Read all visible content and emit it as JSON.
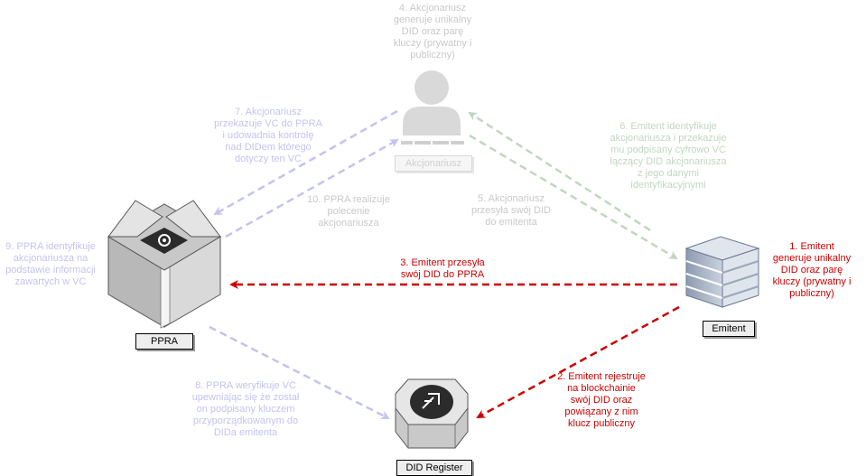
{
  "nodes": {
    "actor": {
      "label": "Akcjonariusz"
    },
    "ppra": {
      "label": "PPRA"
    },
    "issuer": {
      "label": "Emitent"
    },
    "registry": {
      "label": "DID Register"
    }
  },
  "steps": {
    "s1": "1. Emitent\ngeneruje unikalny\nDID oraz parę\nkluczy (prywatny i\npubliczny)",
    "s2": "2. Emitent rejestruje\nna blockchainie\nswój DID oraz\npowiązany z nim\nklucz publiczny",
    "s3": "3. Emitent przesyła\nswój DID do PPRA",
    "s4": "4. Akcjonariusz\ngeneruje unikalny\nDID oraz parę\nkluczy (prywatny i\npubliczny)",
    "s5": "5. Akcjonariusz\nprzesyła swój DID\ndo emitenta",
    "s6": "6. Emitent identyfikuje\nakcjonariusza i przekazuje\nmu podpisany cyfrowo VC\nłączący DID akcjonariusza\nz jego danymi\nidentyfikacyjnymi",
    "s7": "7. Akcjonariusz\nprzekazuje VC do PPRA\ni udowadnia kontrolę\nnad DIDem którego\ndotyczy ten VC",
    "s8": "8. PPRA weryfikuje VC\nupewniając się że został\non podpisany kluczem\nprzyporządkowanym do\nDIDa emitenta",
    "s9": "9. PPRA identyfikuje\nakcjonariusza na\npodstawie informacji\nzawartych w VC",
    "s10": "10. PPRA realizuje\npolecenie\nakcjonariusza"
  },
  "colors": {
    "active": "#cc0000",
    "faded_blue": "#c3c3f0",
    "faded_green": "#c2d6c2",
    "faded_gray": "#c9c9c9"
  },
  "icons": {
    "actor": "person-icon",
    "ppra": "server-box-icon",
    "issuer": "office-building-icon",
    "registry": "blockchain-registry-icon"
  }
}
